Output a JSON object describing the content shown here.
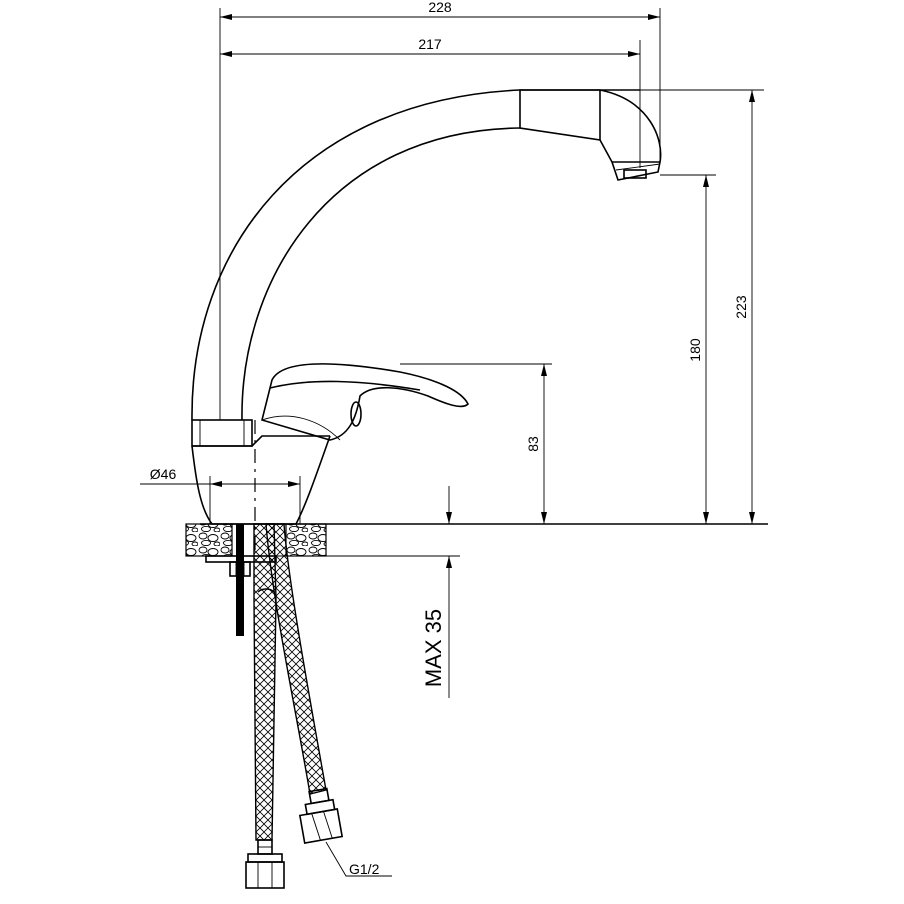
{
  "dimensions": {
    "overall_reach": "228",
    "spout_reach": "217",
    "overall_height": "223",
    "spout_height": "180",
    "lever_height": "83",
    "base_diameter": "Ø46",
    "max_counter_thickness": "MAX 35",
    "thread": "G1/2"
  }
}
